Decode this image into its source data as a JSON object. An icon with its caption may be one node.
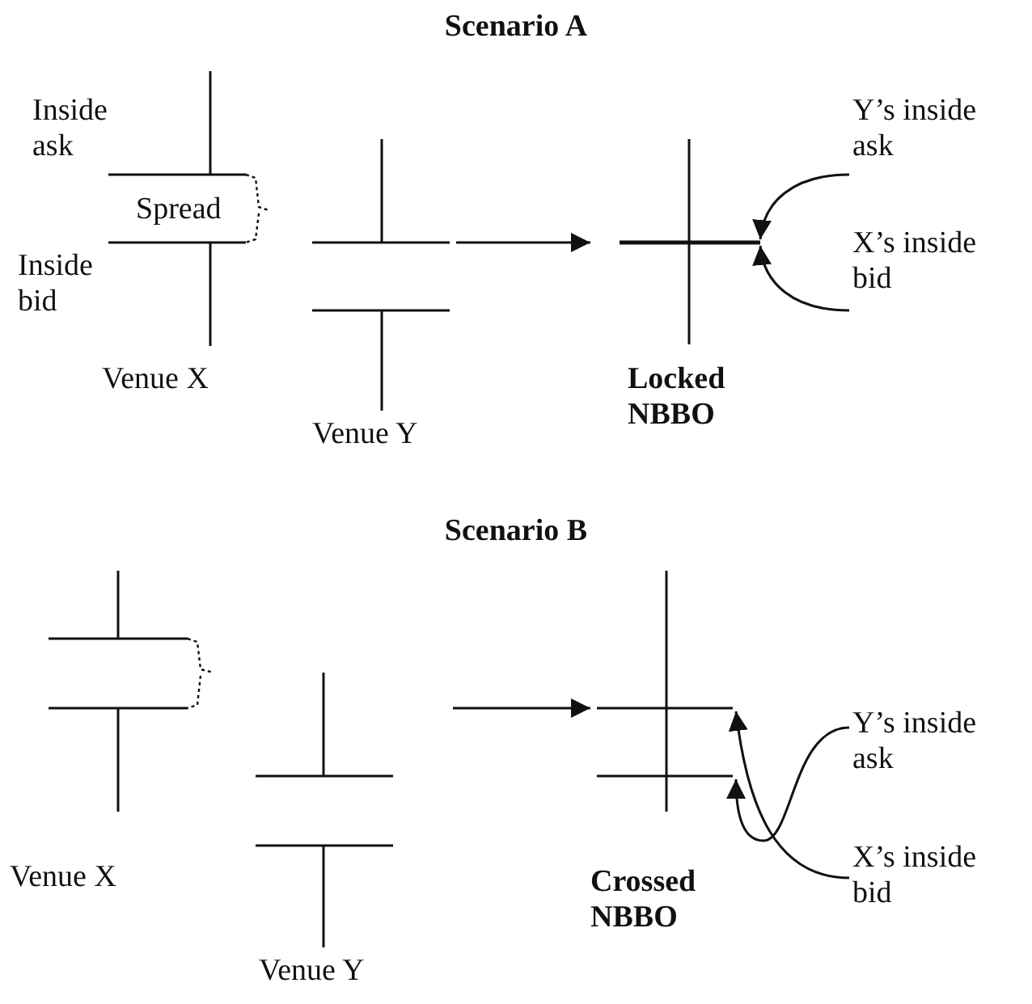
{
  "diagram": {
    "nodes": [
      {
        "text": [
          "Venue X"
        ]
      },
      {
        "text": [
          "Venue Y"
        ]
      },
      {
        "text": [
          "Locked NBBO"
        ]
      },
      {
        "text": [
          "Y’s inside ask"
        ]
      },
      {
        "text": [
          "X’s inside bid"
        ]
      },
      {
        "text": [
          "Venue X"
        ]
      },
      {
        "text": [
          "Venue Y"
        ]
      },
      {
        "text": [
          "Crossed NBBO"
        ]
      },
      {
        "text": [
          "Y’s inside ask"
        ]
      },
      {
        "text": [
          "X’s inside bid"
        ]
      }
    ],
    "edges": [
      {
        "from": 1,
        "to": 2,
        "arrow": "to"
      },
      {
        "from": 3,
        "to": 2,
        "arrow": "to"
      },
      {
        "from": 4,
        "to": 2,
        "arrow": "to"
      },
      {
        "from": 6,
        "to": 7,
        "arrow": "to"
      },
      {
        "from": 8,
        "to": 7,
        "arrow": "to"
      },
      {
        "from": 9,
        "to": 7,
        "arrow": "to"
      }
    ],
    "labels": [
      "Scenario A",
      "Inside ask",
      "Spread",
      "Inside bid",
      "Scenario B"
    ]
  }
}
